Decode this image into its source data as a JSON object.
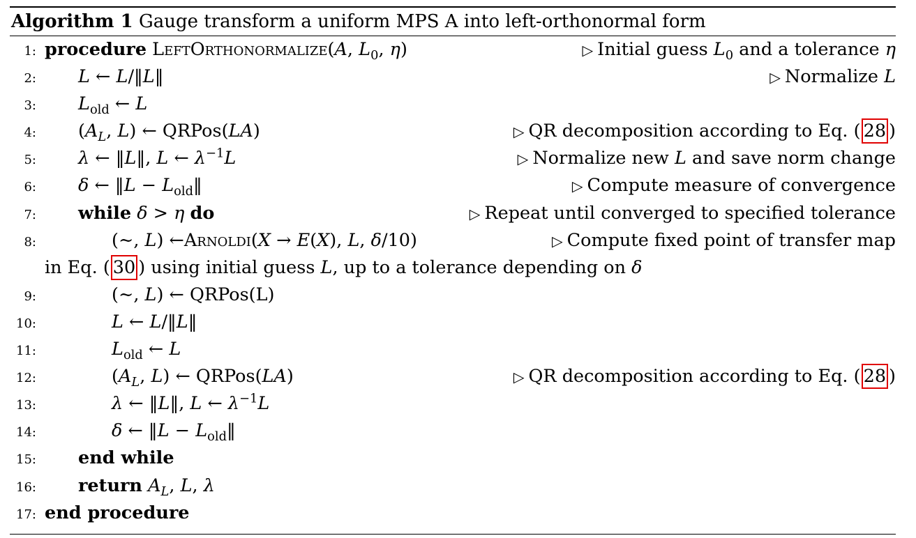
{
  "algorithm": {
    "number_label": "Algorithm 1",
    "title": "Gauge transform a uniform MPS A into left-orthonormal form"
  },
  "refs": {
    "eq28": "28",
    "eq30": "30"
  },
  "lines": [
    {
      "n": "1:"
    },
    {
      "n": "2:"
    },
    {
      "n": "3:"
    },
    {
      "n": "4:"
    },
    {
      "n": "5:"
    },
    {
      "n": "6:"
    },
    {
      "n": "7:"
    },
    {
      "n": "8:"
    },
    {
      "n": "9:"
    },
    {
      "n": "10:"
    },
    {
      "n": "11:"
    },
    {
      "n": "12:"
    },
    {
      "n": "13:"
    },
    {
      "n": "14:"
    },
    {
      "n": "15:"
    },
    {
      "n": "16:"
    },
    {
      "n": "17:"
    }
  ],
  "keywords": {
    "procedure": "procedure",
    "while": "while",
    "do": "do",
    "end_while": "end while",
    "return": "return",
    "end_procedure": "end procedure"
  },
  "functions": {
    "left_orthonormalize": "LeftOrthonormalize",
    "qrpos": "QRPos",
    "arnoldi": "Arnoldi"
  },
  "comments": {
    "c1_prefix": "Initial guess",
    "c1_mid": "and a tolerance",
    "c2": "Normalize",
    "c4_prefix": "QR decomposition according to Eq. (",
    "c5_a": "Normalize new",
    "c5_b": "and save norm change",
    "c6": "Compute measure of convergence",
    "c7": "Repeat until converged to specified tolerance",
    "c8": "Compute fixed point of transfer map",
    "c8_cont_a": "in Eq. (",
    "c8_cont_b": ") using initial guess",
    "c8_cont_c": ", up to a tolerance depending on",
    "c12_prefix": "QR decomposition according to Eq. ("
  }
}
